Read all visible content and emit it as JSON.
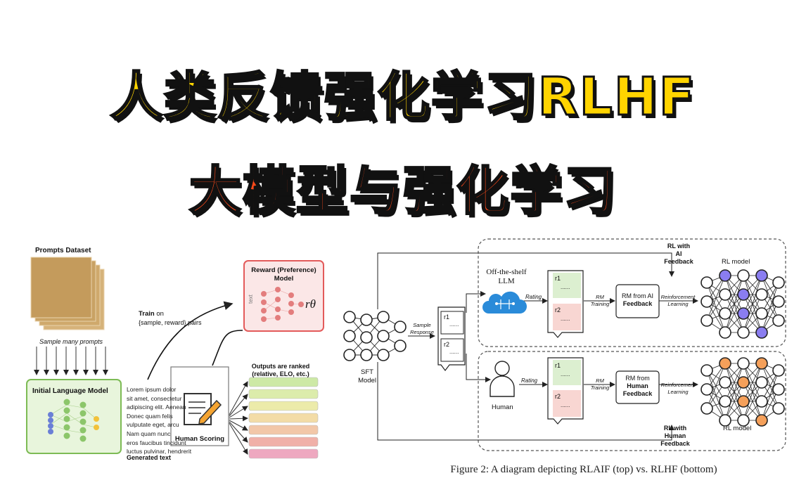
{
  "title_line1": "人类反馈强化学习RLHF",
  "title_line2": "大模型与强化学习",
  "left_diagram": {
    "prompts_dataset": "Prompts Dataset",
    "sample_prompts": "Sample many prompts",
    "initial_lm": "Initial Language Model",
    "lorem_lines": [
      "Lorem ipsum dolor",
      "sit amet, consectetur",
      "adipiscing elit. Aenean",
      "Donec quam felis",
      "vulputate eget, arcu",
      "Nam quam nunc",
      "eros faucibus tincidunt",
      "luctus pulvinar, hendrerit"
    ],
    "generated_text": "Generated text",
    "train_on_bold": "Train",
    "train_on_rest": " on",
    "train_pairs": "{sample, reward} pairs",
    "reward_model_l1": "Reward (Preference)",
    "reward_model_l2": "Model",
    "text_label": "text",
    "r_theta": "rθ",
    "outputs_ranked_l1": "Outputs are ranked",
    "outputs_ranked_l2": "(relative, ELO, etc.)",
    "human_scoring": "Human Scoring",
    "rank_colors": [
      "#cde9a6",
      "#dcecab",
      "#ecebaa",
      "#f3dca6",
      "#f2c7a8",
      "#f0b0a8",
      "#eea8c0"
    ]
  },
  "right_diagram": {
    "rl_ai_l1": "RL with",
    "rl_ai_l2": "AI",
    "rl_ai_l3": "Feedback",
    "rl_model_top": "RL model",
    "off_shelf_l1": "Off-the-shelf",
    "off_shelf_l2": "LLM",
    "rating_top": "Rating",
    "r1": "r1",
    "r2": "r2",
    "dots": "......",
    "rm_training_l1": "RM",
    "rm_training_l2": "Training",
    "rm_ai_l1": "RM from AI",
    "rm_ai_l2": "Feedback",
    "reinforcement": "Reinforcement",
    "learning": "Learning",
    "sample": "Sample",
    "response": "Response",
    "sft_l1": "SFT",
    "sft_l2": "Model",
    "human": "Human",
    "rating_bottom": "Rating",
    "rm_human_l1": "RM from",
    "rm_human_l2": "Human",
    "rm_human_l3": "Feedback",
    "rl_human_l1": "RL with",
    "rl_human_l2": "Human",
    "rl_human_l3": "Feedback",
    "rl_model_bottom": "RL model",
    "caption": "Figure 2: A diagram depicting RLAIF (top) vs. RLHF (bottom)",
    "purple": "#8a7df0",
    "orange": "#f5a05a",
    "green_box": "#dcefd0",
    "red_box": "#f8d6d2"
  }
}
